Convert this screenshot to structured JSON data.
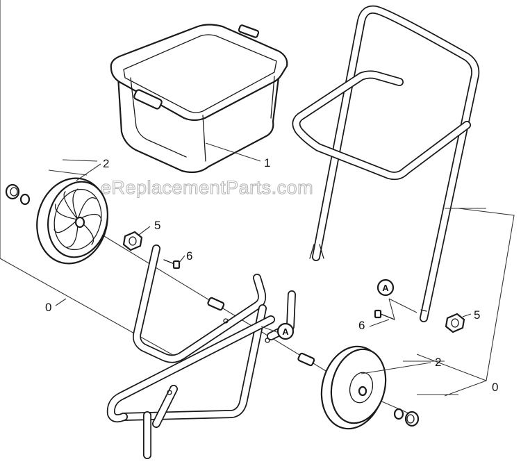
{
  "watermark": "eReplacementParts.com",
  "callouts": {
    "hopper": "1",
    "wheel_left": "2",
    "wheel_right": "2",
    "nut_left": "5",
    "nut_right": "5",
    "bolt_left": "6",
    "bolt_right": "6",
    "assembly_left": "0",
    "assembly_right": "0"
  },
  "reference_marks": {
    "a_frame": "A",
    "a_handle": "A"
  }
}
